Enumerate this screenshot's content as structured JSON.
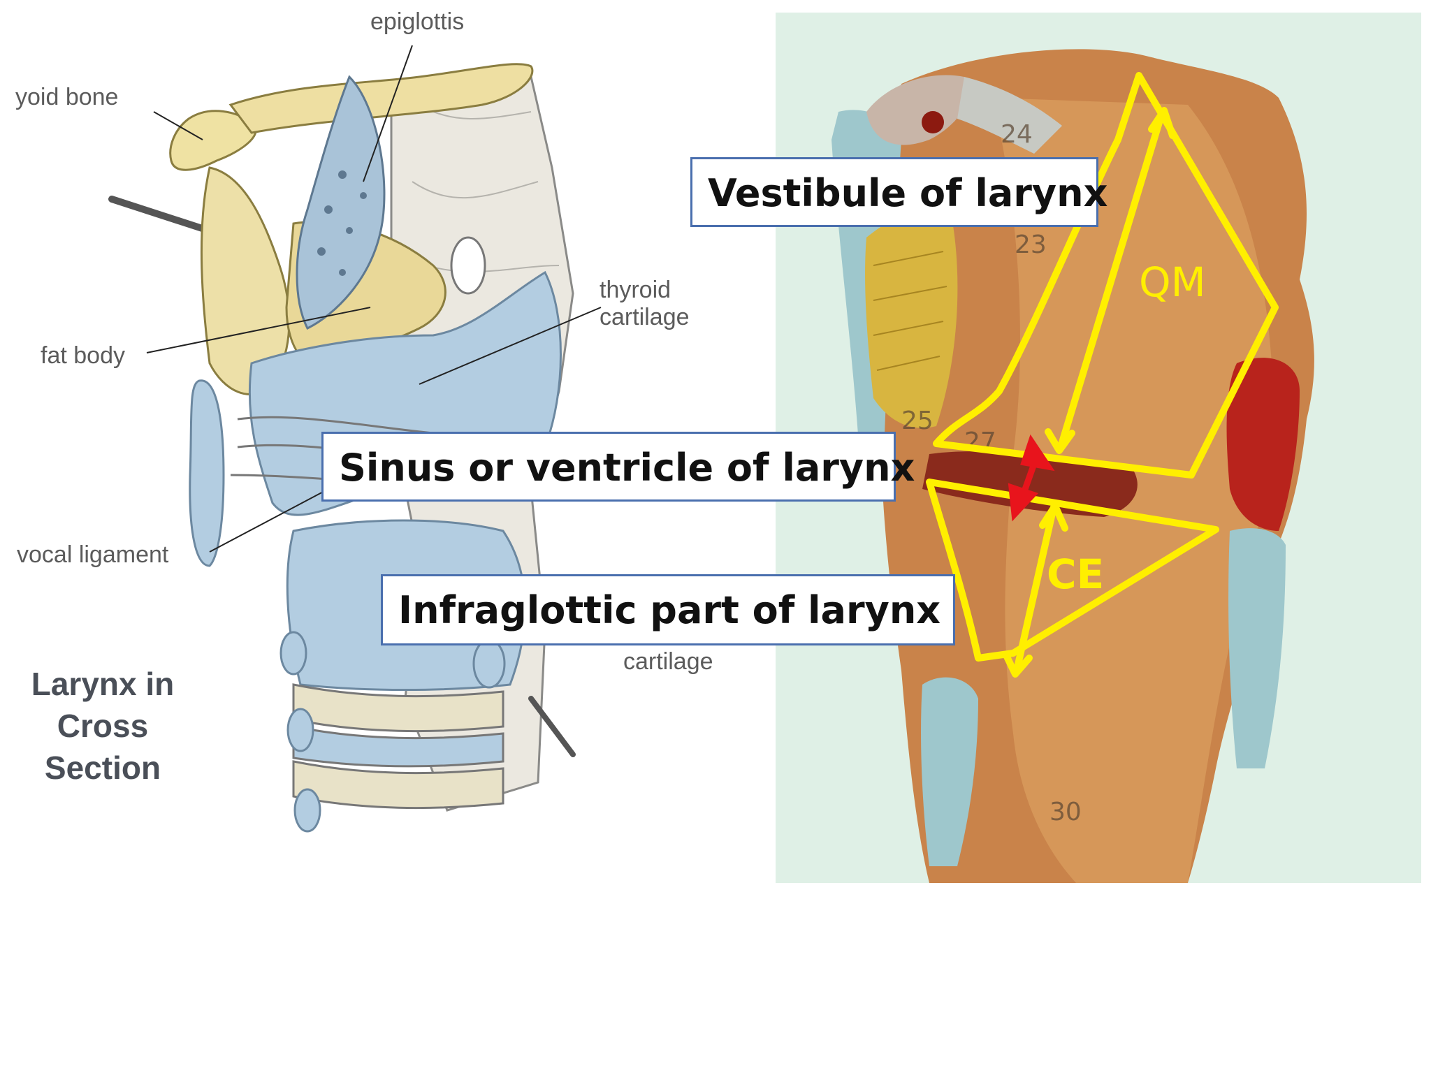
{
  "left_figure": {
    "labels": {
      "epiglottis": "epiglottis",
      "hyoid_bone": "yoid bone",
      "thyroid_cartilage": "thyroid cartilage",
      "fat_body": "fat body",
      "vocal_ligament": "vocal ligament",
      "cartilage": "cartilage"
    },
    "caption": "Larynx in Cross Section"
  },
  "right_figure": {
    "callouts": {
      "vestibule": "Vestibule of larynx",
      "sinus": "Sinus or ventricle of larynx",
      "infraglottic": "Infraglottic part of larynx"
    },
    "marks": {
      "qm": "QM",
      "ce": "CE"
    },
    "model_numbers": [
      "24",
      "23",
      "25",
      "27",
      "30"
    ]
  },
  "colors": {
    "outline_yellow": "#ffef00",
    "arrow_red": "#e8141c",
    "callout_border": "#4a6fae",
    "cartilage_blue": "#a9c3d8",
    "model_tan": "#c9834a",
    "background_mint": "#dff0e6"
  }
}
